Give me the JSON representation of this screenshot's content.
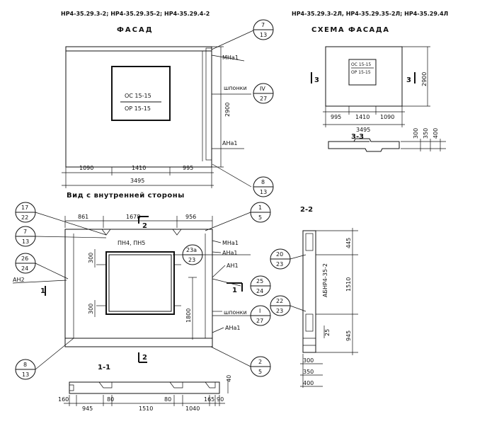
{
  "titles": {
    "facade_marks": "НР4-35.29.3-2; НР4-35.29.35-2; НР4-35.29.4-2",
    "facade": "ФАСАД",
    "scheme_marks": "НР4-35.29.3-2Л, НР4-35.29.35-2Л; НР4-35.29.4Л",
    "scheme": "СХЕМА ФАСАДА",
    "inner_view": "Вид с внутренней стороны",
    "section_33": "3-3",
    "section_22": "2-2",
    "section_11": "1-1"
  },
  "window_marks": {
    "facade_line1": "ОС 15-15",
    "facade_line2": "ОР 15-15",
    "scheme_line1": "ОС 15-15",
    "scheme_line2": "ОР 15-15"
  },
  "callouts": {
    "c_7_13_top": {
      "num": "7",
      "den": "13"
    },
    "c_IV_27": {
      "num": "IV",
      "den": "27"
    },
    "c_8_13_top": {
      "num": "8",
      "den": "13"
    },
    "c_17_22": {
      "num": "17",
      "den": "22"
    },
    "c_7_13_inner": {
      "num": "7",
      "den": "13"
    },
    "c_26_24": {
      "num": "26",
      "den": "24"
    },
    "c_1_5": {
      "num": "1",
      "den": "5"
    },
    "c_23a_23": {
      "num": "23а",
      "den": "23"
    },
    "c_25_24": {
      "num": "25",
      "den": "24"
    },
    "c_I_27": {
      "num": "I",
      "den": "27"
    },
    "c_8_13_inner": {
      "num": "8",
      "den": "13"
    },
    "c_2_5": {
      "num": "2",
      "den": "5"
    },
    "c_20_23": {
      "num": "20",
      "den": "23"
    },
    "c_22_23": {
      "num": "22",
      "den": "23"
    }
  },
  "labels": {
    "mna1_top": "МНа1",
    "shponki_top": "шпонки",
    "ana1_top": "АНа1",
    "pn": "ПН4, ПН5",
    "mna1_inner": "МНа1",
    "ana1_inner": "АНа1",
    "an1": "АН1",
    "an2": "АН2",
    "shponki_inner": "шпонки",
    "ana1_inner_bottom": "АНа1",
    "abnr": "АБНР4-35-2",
    "cut_1_left": "1",
    "cut_1_right": "1",
    "cut_2_top": "2",
    "cut_2_bottom": "2",
    "cut_3_left": "3",
    "cut_3_right": "3"
  },
  "dims": {
    "facade_top": {
      "a": "1090",
      "b": "1410",
      "c": "995",
      "total": "3495",
      "height": "2900"
    },
    "scheme": {
      "a": "995",
      "b": "1410",
      "c": "1090",
      "total": "3495",
      "height": "2900"
    },
    "section33": {
      "d1": "300",
      "d2": "350",
      "d3": "400"
    },
    "inner_top": {
      "a": "861",
      "b": "1678",
      "c": "956"
    },
    "inner_vert": {
      "d300a": "300",
      "d300b": "300",
      "d1800": "1800"
    },
    "section22_vert": {
      "a": "445",
      "b": "1510",
      "c": "945",
      "d": "25"
    },
    "section22_bottom": {
      "d1": "300",
      "d2": "350",
      "d3": "400"
    },
    "section11": {
      "a": "160",
      "b": "945",
      "c": "80",
      "d": "1510",
      "e": "80",
      "f": "1040",
      "g": "165",
      "h": "90",
      "v": "40"
    }
  }
}
